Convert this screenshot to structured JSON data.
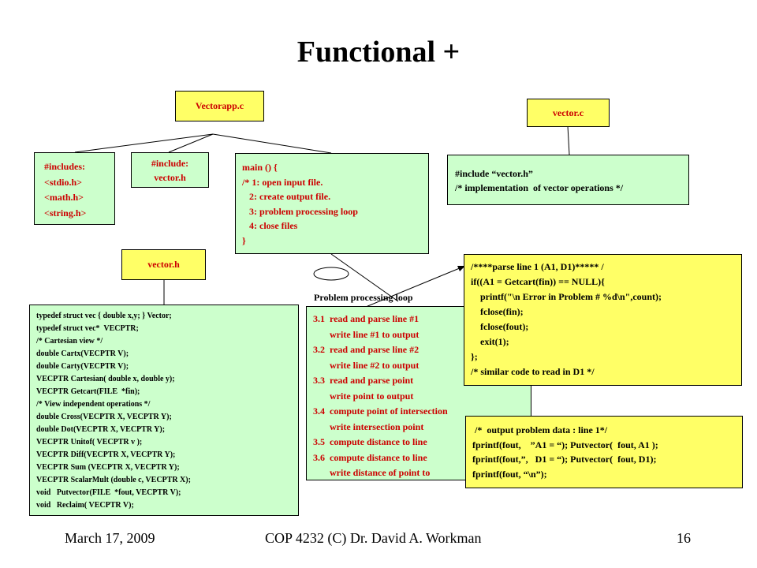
{
  "title": "Functional +",
  "vectorapp": {
    "label": "Vectorapp.c"
  },
  "vectorc": {
    "label": "vector.c"
  },
  "vectorh": {
    "label": "vector.h"
  },
  "includes": {
    "lines": [
      "#includes:",
      "<stdio.h>",
      "<math.h>",
      "<string.h>"
    ]
  },
  "include_vector": {
    "lines": [
      "#include:",
      "vector.h"
    ]
  },
  "main_box": {
    "lines": [
      "main () {",
      "/* 1: open input file.",
      "   2: create output file.",
      "   3: problem processing loop",
      "   4: close files",
      "}"
    ]
  },
  "vectorc_impl": {
    "lines": [
      "#include “vector.h”",
      "/* implementation  of vector operations */"
    ]
  },
  "vectorh_decls": {
    "lines": [
      "typedef struct vec { double x,y; } Vector;",
      "typedef struct vec*  VECPTR;",
      "/* Cartesian view */",
      "double Cartx(VECPTR V);",
      "double Carty(VECPTR V);",
      "VECPTR Cartesian( double x, double y);",
      "VECPTR Getcart(FILE  *fin);",
      "/* View independent operations */",
      "double Cross(VECPTR X, VECPTR Y);",
      "double Dot(VECPTR X, VECPTR Y);",
      "VECPTR Unitof( VECPTR v );",
      "VECPTR Diff(VECPTR X, VECPTR Y);",
      "VECPTR Sum (VECPTR X, VECPTR Y);",
      "VECPTR ScalarMult (double c, VECPTR X);",
      "void   Putvector(FILE  *fout, VECPTR V);",
      "void   Reclaim( VECPTR V);"
    ]
  },
  "loop_label": "Problem processing loop",
  "loop_steps": {
    "lines": [
      "3.1  read and parse line #1",
      "       write line #1 to output",
      "3.2  read and parse line #2",
      "       write line #2 to output",
      "3.3  read and parse point",
      "       write point to output",
      "3.4  compute point of intersection",
      "       write intersection point",
      "3.5  compute distance to line",
      "3.6  compute distance to line",
      "       write distance of point to"
    ]
  },
  "parse_box": {
    "lines": [
      "/****parse line 1 (A1, D1)***** /",
      "if((A1 = Getcart(fin)) == NULL){",
      "    printf(\"\\n Error in Problem # %d\\n\",count);",
      "    fclose(fin);",
      "    fclose(fout);",
      "    exit(1);",
      "};",
      "/* similar code to read in D1 */"
    ]
  },
  "output_box": {
    "lines": [
      " /*  output problem data : line 1*/",
      "fprintf(fout,    ”A1 = “); Putvector(  fout, A1 );",
      "fprintf(fout,”,   D1 = “); Putvector(  fout, D1);",
      "fprintf(fout, “\\n”);"
    ]
  },
  "footer": {
    "date": "March 17, 2009",
    "course": "COP 4232  (C) Dr. David A. Workman",
    "page": "16"
  },
  "colors": {
    "yellow": "#ffff66",
    "green": "#ccffcc",
    "red": "#cc0000"
  }
}
